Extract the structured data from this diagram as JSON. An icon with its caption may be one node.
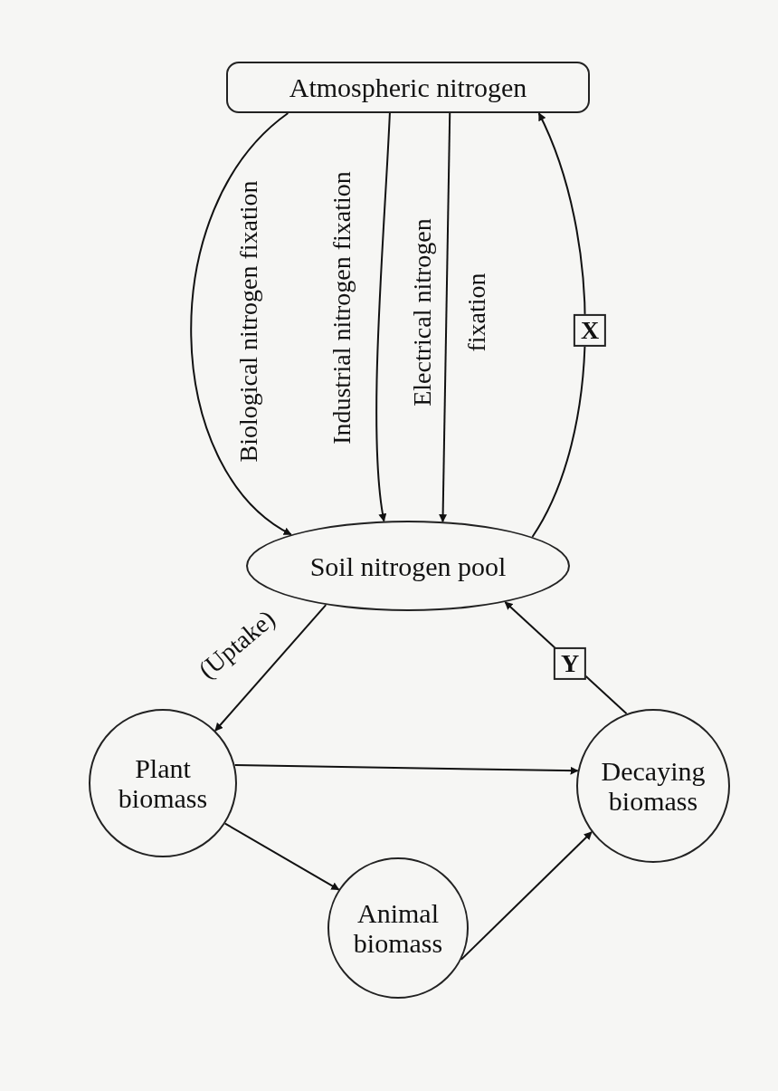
{
  "diagram": {
    "nodes": [
      {
        "text": [
          "Atmospheric nitrogen"
        ]
      },
      {
        "text": [
          "Soil nitrogen pool"
        ]
      },
      {
        "text": [
          "Plant biomass"
        ]
      },
      {
        "text": [
          "Animal biomass"
        ]
      },
      {
        "text": [
          "Decaying biomass"
        ]
      }
    ],
    "edges": [
      {
        "from": 0,
        "to": 1,
        "arrow": "to",
        "label": "Biological nitrogen fixation"
      },
      {
        "from": 0,
        "to": 1,
        "arrow": "to",
        "label": "Industrial nitrogen fixation"
      },
      {
        "from": 0,
        "to": 1,
        "arrow": "to",
        "label": "Electrical nitrogen fixation"
      },
      {
        "from": 1,
        "to": 0,
        "arrow": "to",
        "label": "X"
      },
      {
        "from": 1,
        "to": 2,
        "arrow": "to",
        "label": "(Uptake)"
      },
      {
        "from": 2,
        "to": 4,
        "arrow": "to"
      },
      {
        "from": 2,
        "to": 3,
        "arrow": "to"
      },
      {
        "from": 3,
        "to": 4,
        "arrow": "to"
      },
      {
        "from": 4,
        "to": 1,
        "arrow": "to",
        "label": "Y"
      }
    ]
  }
}
